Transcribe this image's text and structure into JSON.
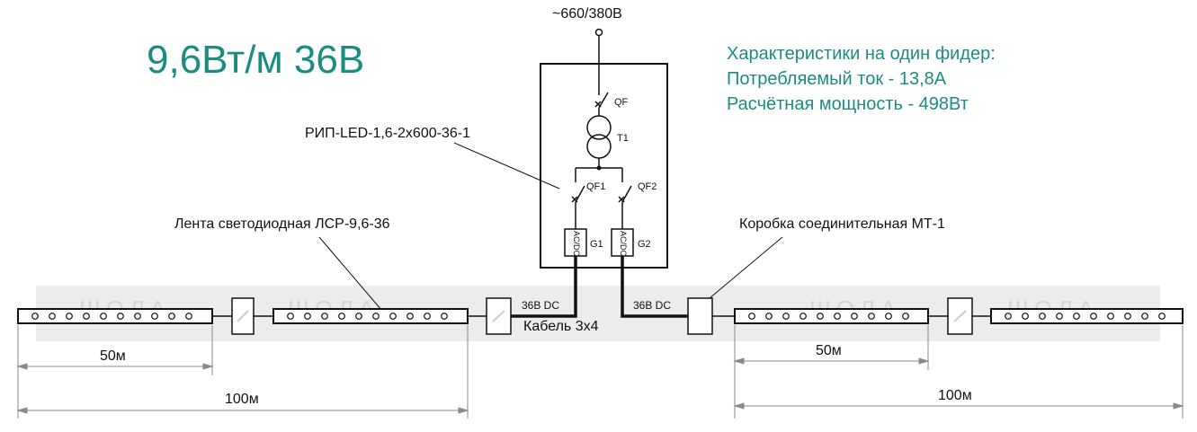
{
  "title": "9,6Вт/м 36В",
  "supply_voltage": "~660/380В",
  "specs": {
    "line1": "Характеристики на один фидер:",
    "line2": "Потребляемый ток - 13,8А",
    "line3": "Расчётная мощность - 498Вт"
  },
  "labels": {
    "psu_model": "РИП-LED-1,6-2х600-36-1",
    "led_strip": "Лента светодиодная ЛСР-9,6-36",
    "junction_box": "Коробка соединительная МТ-1",
    "cable": "Кабель 3х4",
    "dc_left": "36В DC",
    "dc_right": "36В DC"
  },
  "components": {
    "qf": "QF",
    "t1": "T1",
    "qf1": "QF1",
    "qf2": "QF2",
    "g1": "G1",
    "g2": "G2",
    "acdc1": "AC/DC",
    "acdc2": "AC/DC"
  },
  "dimensions": {
    "left_short": "50м",
    "left_long": "100м",
    "right_short": "50м",
    "right_long": "100м"
  },
  "watermark": "ШОЛА",
  "colors": {
    "accent": "#1a8c80",
    "line": "#111111",
    "dimension": "#8a8a8a",
    "watermark": "#e6e6e6"
  }
}
